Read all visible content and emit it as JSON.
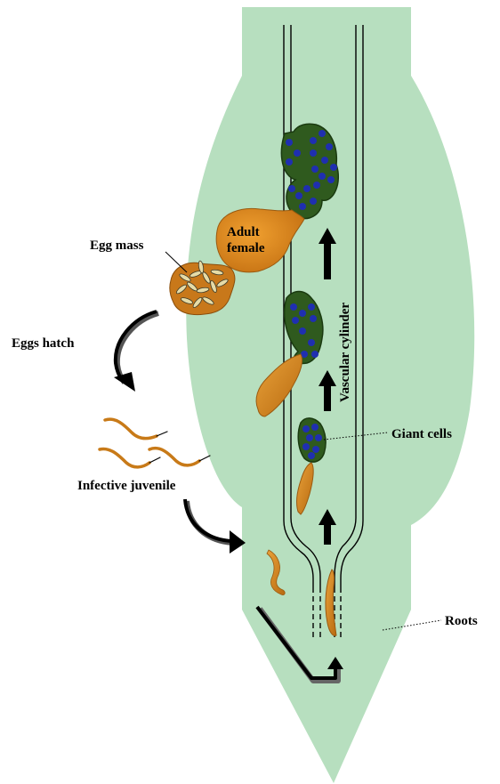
{
  "labels": {
    "egg_mass": "Egg mass",
    "adult_female_1": "Adult",
    "adult_female_2": "female",
    "eggs_hatch": "Eggs hatch",
    "infective_juvenile": "Infective juvenile",
    "giant_cells": "Giant cells",
    "vascular_cylinder": "Vascular cylinder",
    "roots": "Roots"
  },
  "colors": {
    "root_tissue": "#b7dfbf",
    "giant_cell_fill": "#2f5a1e",
    "giant_cell_outline": "#1a3a10",
    "nuclei": "#1f2fb0",
    "nematode": "#d98a1c",
    "egg_mass": "#c8781a",
    "arrow": "#000000",
    "label_text": "#000000"
  },
  "icons": {
    "egg_mass": "egg-cluster-icon",
    "flow_arrow": "up-arrow-icon",
    "cycle_arrow": "curved-arrow-icon",
    "nematode": "worm-icon"
  }
}
